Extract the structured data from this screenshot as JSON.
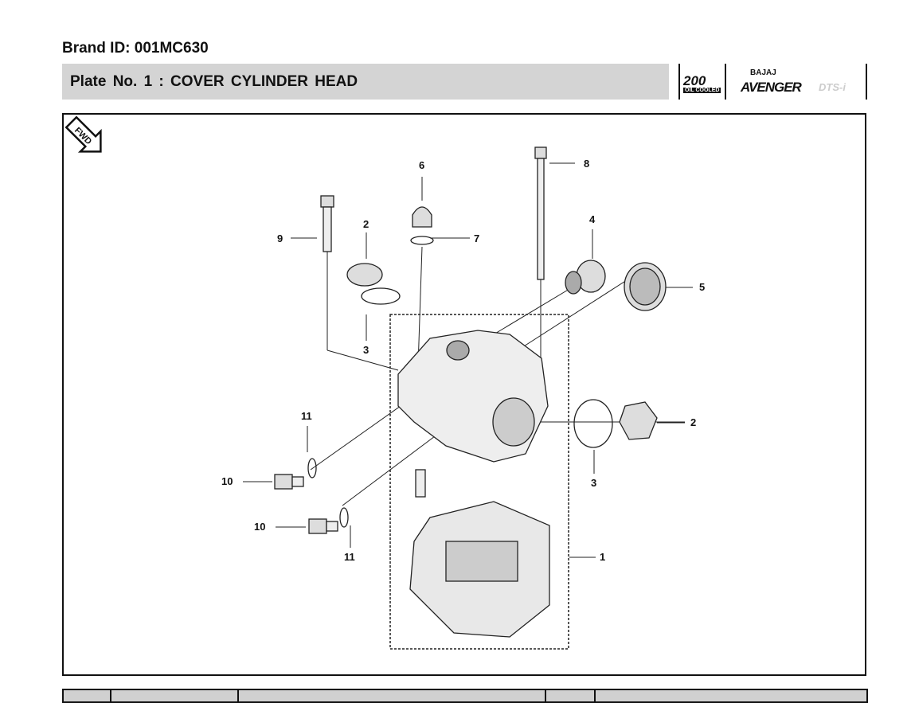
{
  "brand_id": "Brand ID: 001MC630",
  "plate_title": "Plate No. 1  : COVER CYLINDER HEAD",
  "logo": {
    "model": "200",
    "badge": "OIL COOLED",
    "maker": "BAJAJ",
    "name": "AVENGER",
    "suffix": "DTS-i"
  },
  "fwd_label": "FWD",
  "callouts": [
    "6",
    "8",
    "9",
    "2",
    "7",
    "4",
    "5",
    "3",
    "2",
    "11",
    "3",
    "10",
    "10",
    "11",
    "1"
  ],
  "table_headers": [
    "",
    "",
    "",
    "",
    ""
  ]
}
